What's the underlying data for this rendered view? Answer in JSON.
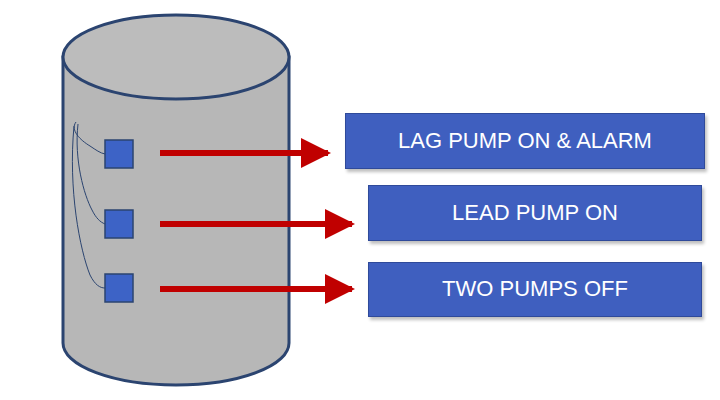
{
  "diagram": {
    "nodes": [
      {
        "text": [
          "LAG PUMP ON & ALARM"
        ]
      },
      {
        "text": [
          "LEAD PUMP ON"
        ]
      },
      {
        "text": [
          "TWO PUMPS OFF"
        ]
      }
    ]
  }
}
